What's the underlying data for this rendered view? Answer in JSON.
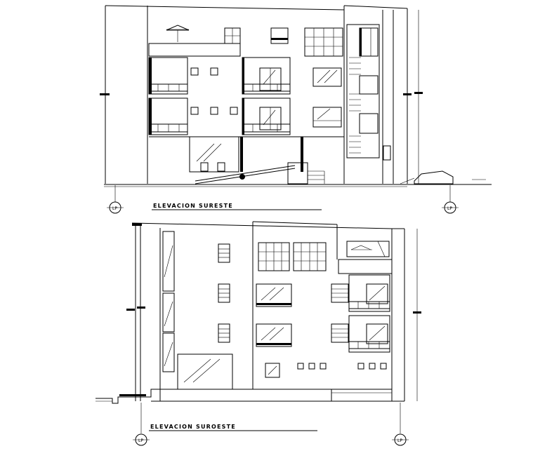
{
  "drawing": {
    "views": [
      {
        "title": "ELEVACION SURESTE",
        "axis_left": "LP",
        "axis_right": "LP"
      },
      {
        "title": "ELEVACION SUROESTE",
        "axis_left": "LP",
        "axis_right": "LP"
      }
    ]
  }
}
